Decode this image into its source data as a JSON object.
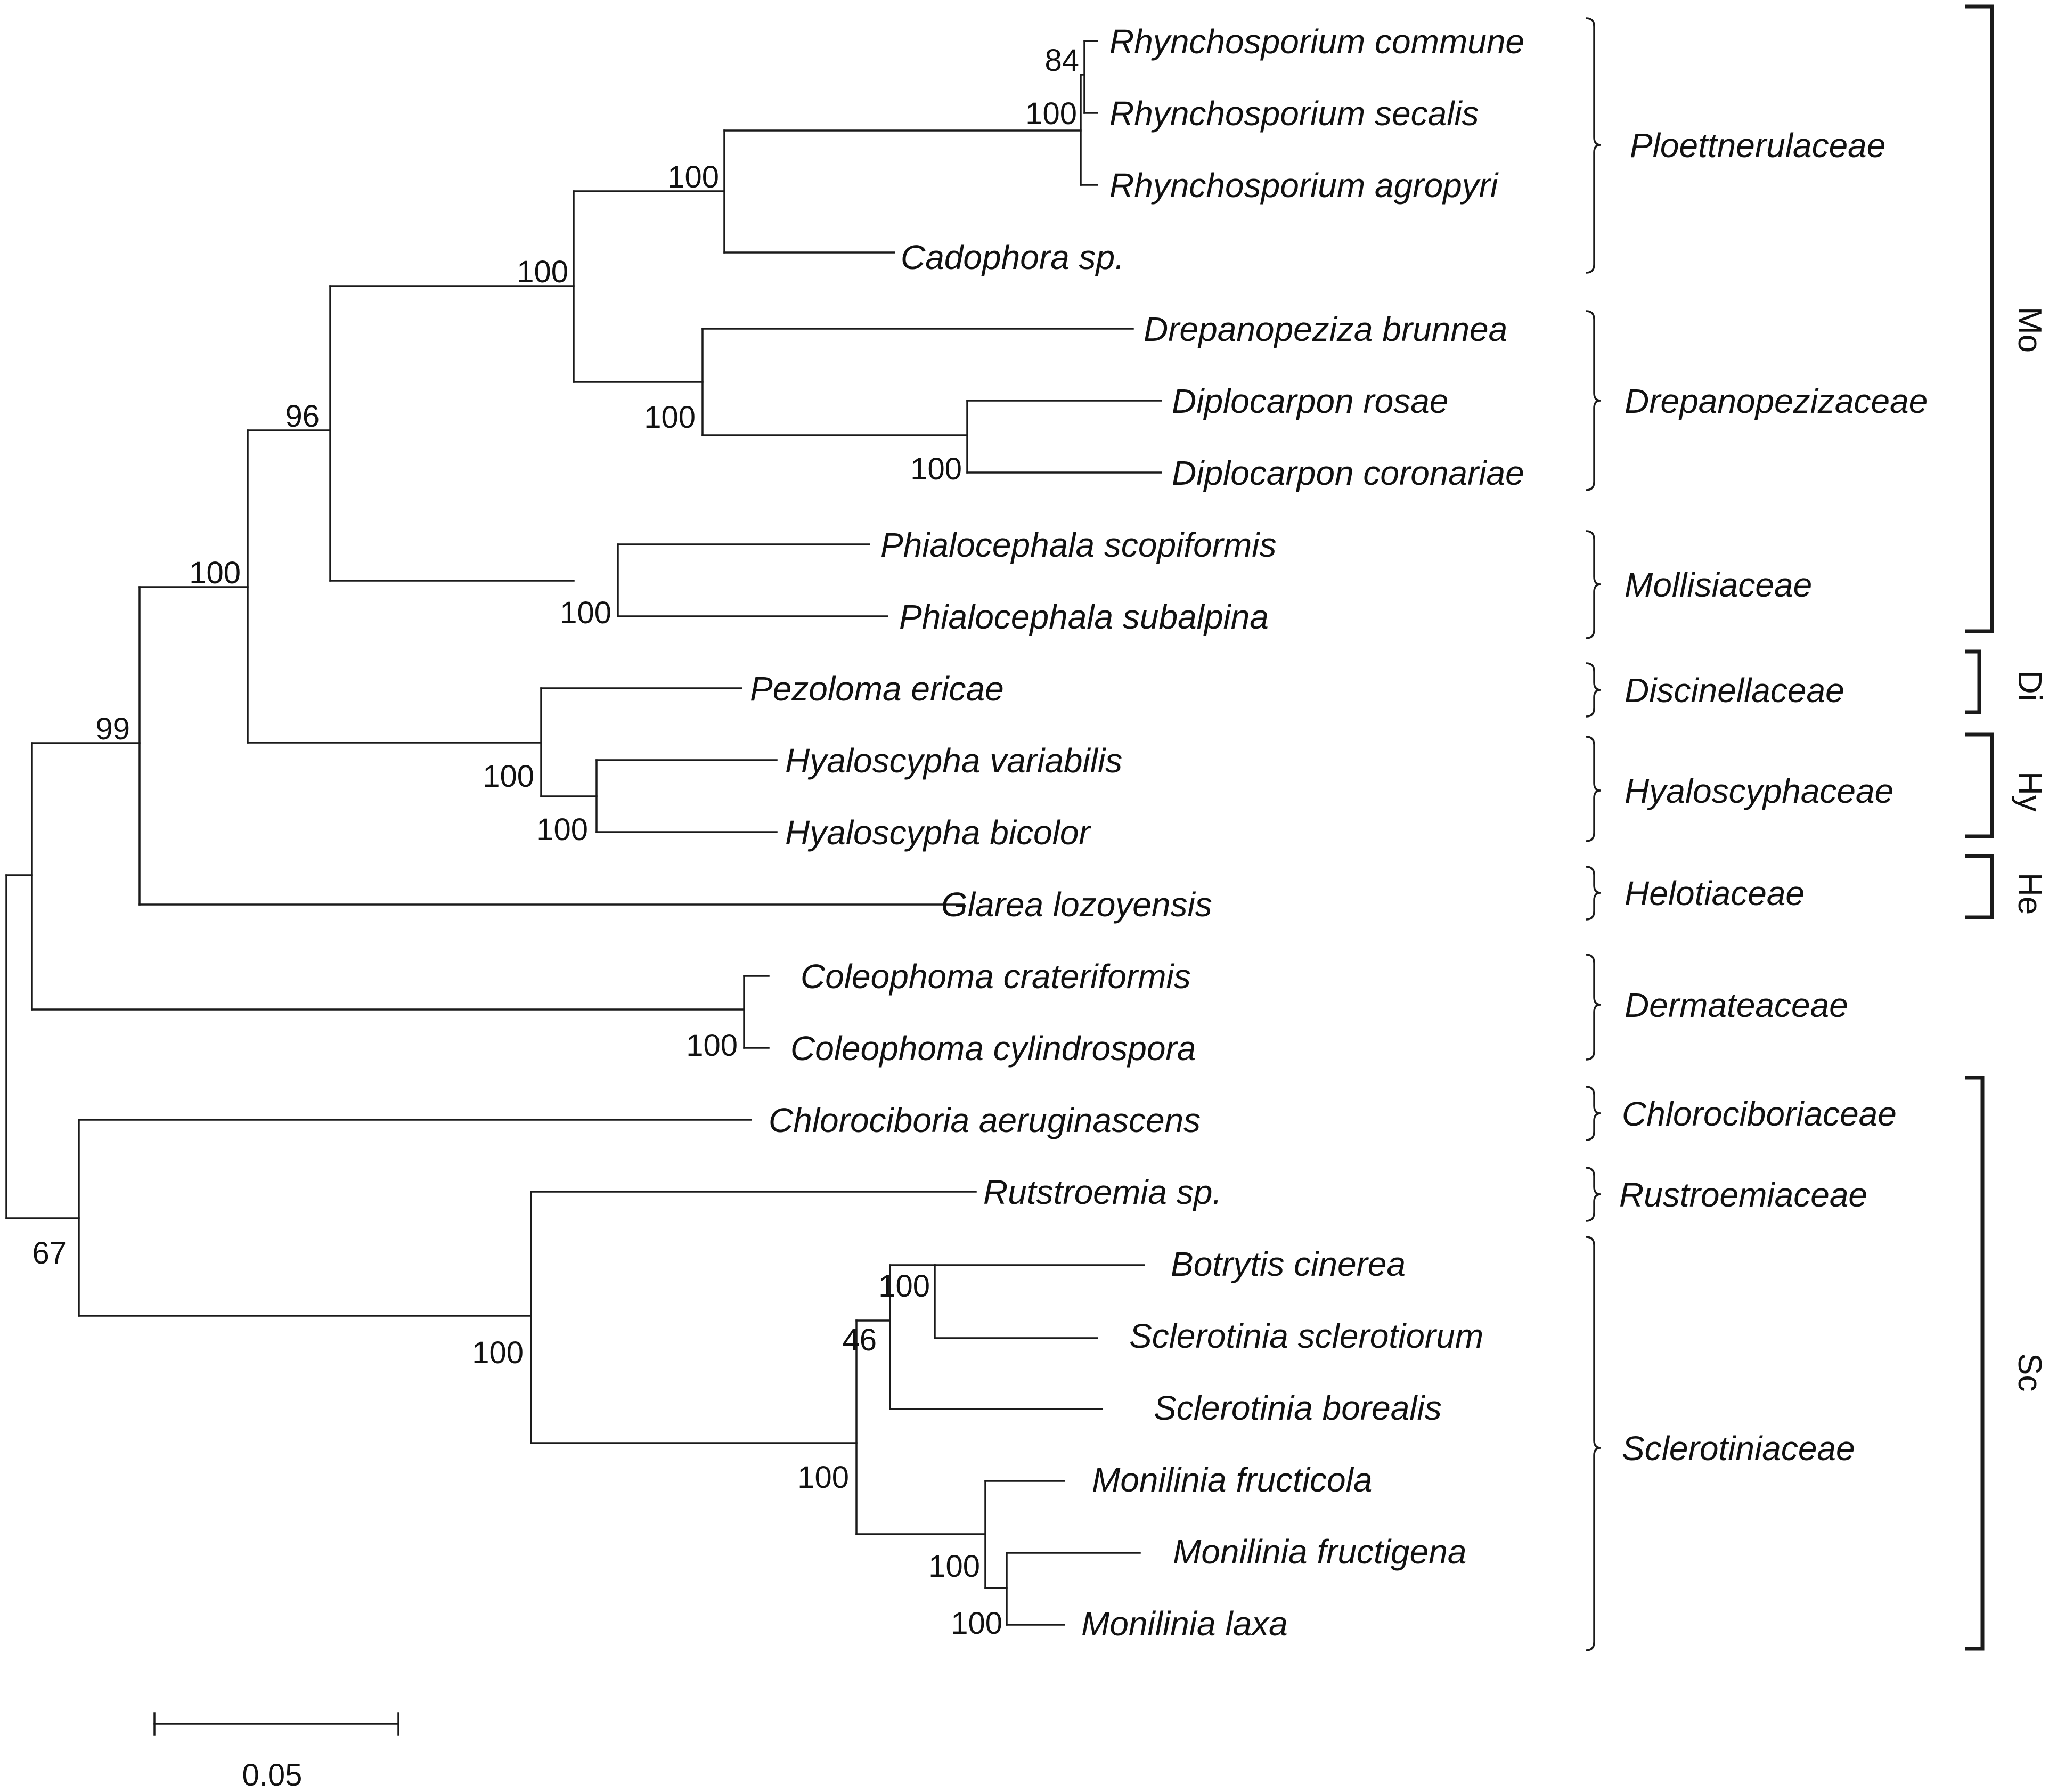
{
  "taxa": [
    "Rhynchosporium commune",
    "Rhynchosporium secalis",
    "Rhynchosporium agropyri",
    "Cadophora sp.",
    "Drepanopeziza brunnea",
    "Diplocarpon rosae",
    "Diplocarpon coronariae",
    "Phialocephala scopiformis",
    "Phialocephala subalpina",
    "Pezoloma ericae",
    "Hyaloscypha variabilis",
    "Hyaloscypha bicolor",
    "Glarea lozoyensis",
    "Coleophoma crateriformis",
    "Coleophoma cylindrospora",
    "Chlorociboria aeruginascens",
    "Rutstroemia sp.",
    "Botrytis cinerea",
    "Sclerotinia sclerotiorum",
    "Sclerotinia borealis",
    "Monilinia fructicola",
    "Monilinia fructigena",
    "Monilinia laxa"
  ],
  "support_values": [
    "84",
    "100",
    "100",
    "100",
    "100",
    "100",
    "96",
    "100",
    "100",
    "99",
    "100",
    "100",
    "100",
    "100",
    "67",
    "100",
    "100",
    "46",
    "100",
    "100",
    "100"
  ],
  "families": [
    "Ploettnerulaceae",
    "Drepanopezizaceae",
    "Mollisiaceae",
    "Discinellaceae",
    "Hyaloscyphaceae",
    "Helotiaceae",
    "Dermateaceae",
    "Chlorociboriaceae",
    "Rustroemiaceae",
    "Sclerotiniaceae"
  ],
  "clades": [
    "Mo",
    "Di",
    "Hy",
    "He",
    "Sc"
  ],
  "scale_bar": {
    "label": "0.05"
  }
}
